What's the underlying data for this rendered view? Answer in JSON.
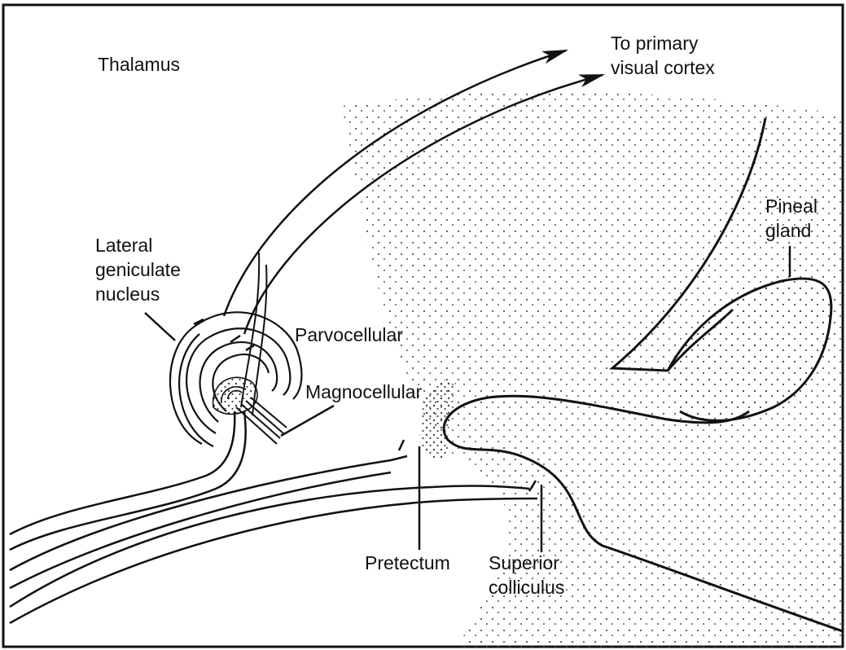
{
  "labels": {
    "thalamus": "Thalamus",
    "cortex": [
      "To primary",
      "visual cortex"
    ],
    "pineal": [
      "Pineal",
      "gland"
    ],
    "lgn": [
      "Lateral",
      "geniculate",
      "nucleus"
    ],
    "parvocellular": "Parvocellular",
    "magnocellular": "Magnocellular",
    "pretectum": "Pretectum",
    "superior_colliculus": [
      "Superior",
      "colliculus"
    ]
  },
  "colors": {
    "ink": "#111111",
    "stipple": "#444444",
    "background": "#ffffff"
  }
}
